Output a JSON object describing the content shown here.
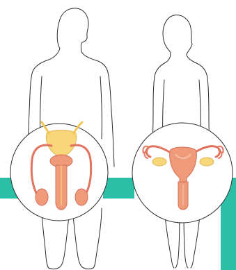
{
  "scene": {
    "background": "#ffffff",
    "accent": "#2bbfa8",
    "outline": "#2a2a2a",
    "organ_red": "#e2735e",
    "organ_orange": "#ef9a78",
    "organ_yellow": "#f7d77a",
    "figures": [
      {
        "name": "male-figure",
        "organ_set": "male-reproductive-system"
      },
      {
        "name": "female-figure",
        "organ_set": "female-reproductive-system"
      }
    ]
  }
}
